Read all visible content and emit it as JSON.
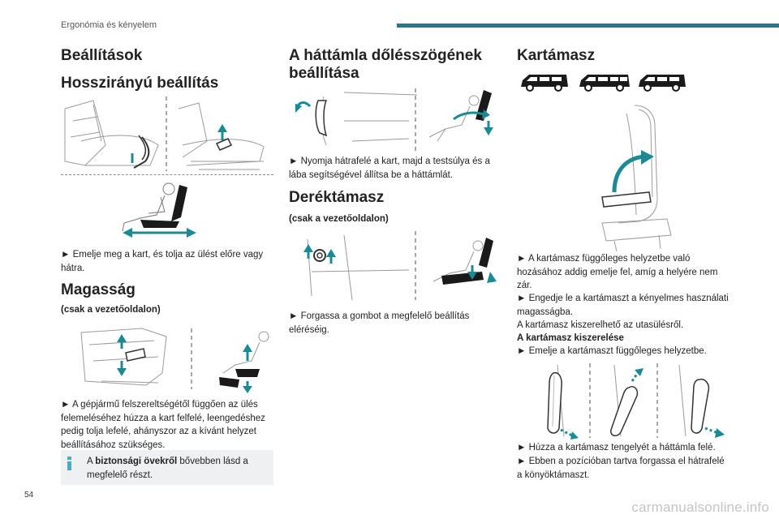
{
  "header": {
    "section": "Ergonómia és kényelem"
  },
  "page_number": "54",
  "watermark": "carmanualsonline.info",
  "col1": {
    "title_settings": "Beállítások",
    "title_longitudinal": "Hosszirányú beállítás",
    "text_longitudinal": "► Emelje meg a kart, és tolja az ülést előre vagy hátra.",
    "title_height": "Magasság",
    "sub_height": "(csak a vezetőoldalon)",
    "text_height": "► A gépjármű felszereltségétől függően az ülés felemeléséhez húzza a kart felfelé, leengedéshez pedig tolja lefelé, ahányszor az a kívánt helyzet beállításához szükséges.",
    "info_prefix": "A ",
    "info_bold": "biztonsági övekről",
    "info_rest": " bővebben lásd a megfelelő részt."
  },
  "col2": {
    "title_backrest": "A háttámla dőlésszögének beállítása",
    "text_backrest": "► Nyomja hátrafelé a kart, majd a testsúlya és a lába segítségével állítsa be a háttámlát.",
    "title_lumbar": "Deréktámasz",
    "sub_lumbar": "(csak a vezetőoldalon)",
    "text_lumbar": "► Forgassa a gombot a megfelelő beállítás eléréséig."
  },
  "col3": {
    "title_armrest": "Kartámasz",
    "text_armrest_1": "► A kartámasz függőleges helyzetbe való hozásához addig emelje fel, amíg a helyére nem zár.",
    "text_armrest_2": "► Engedje le a kartámaszt a kényelmes használati magasságba.",
    "text_armrest_3": "A kartámasz kiszerelhető az utasülésről.",
    "sub_remove": "A kartámasz kiszerelése",
    "text_remove_1": "► Emelje a kartámaszt függőleges helyzetbe.",
    "text_remove_2": "► Húzza a kartámasz tengelyét a háttámla felé.",
    "text_remove_3": "► Ebben a pozícióban tartva forgassa el hátrafelé a könyöktámaszt."
  },
  "colors": {
    "accent": "#1a7f8a",
    "arrow": "#1c8a95",
    "info": "#3ab1c8",
    "line_art": "#9a9a9a"
  }
}
